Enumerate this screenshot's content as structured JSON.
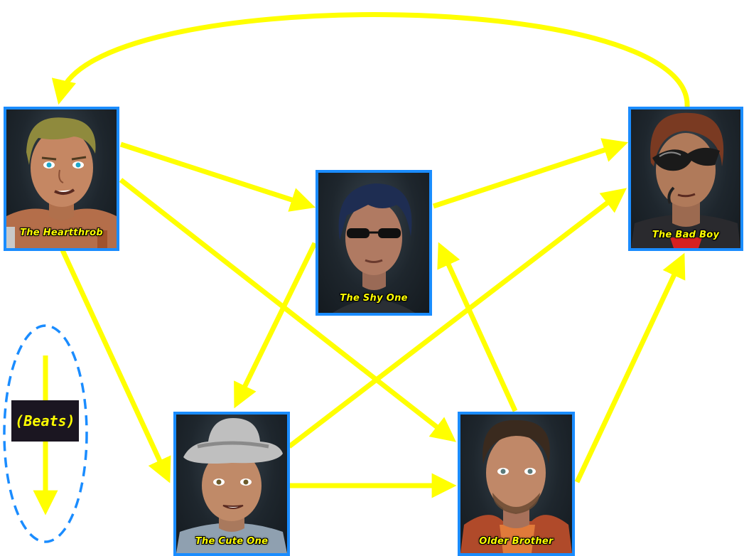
{
  "nodes": {
    "heartthrob": {
      "label": "The Heartthrob"
    },
    "shy": {
      "label": "The Shy One"
    },
    "badboy": {
      "label": "The Bad Boy"
    },
    "cute": {
      "label": "The Cute One"
    },
    "older": {
      "label": "Older Brother"
    }
  },
  "legend": {
    "label": "(Beats)"
  },
  "colors": {
    "arrow": "#ffff00",
    "card_border": "#1a8cff",
    "legend_dash": "#1a8cff",
    "label_text": "#ffff00"
  },
  "edges": [
    {
      "from": "badboy",
      "to": "heartthrob"
    },
    {
      "from": "heartthrob",
      "to": "shy"
    },
    {
      "from": "heartthrob",
      "to": "older"
    },
    {
      "from": "heartthrob",
      "to": "cute"
    },
    {
      "from": "shy",
      "to": "badboy"
    },
    {
      "from": "shy",
      "to": "cute"
    },
    {
      "from": "cute",
      "to": "badboy"
    },
    {
      "from": "cute",
      "to": "older"
    },
    {
      "from": "older",
      "to": "shy"
    },
    {
      "from": "older",
      "to": "badboy"
    }
  ]
}
